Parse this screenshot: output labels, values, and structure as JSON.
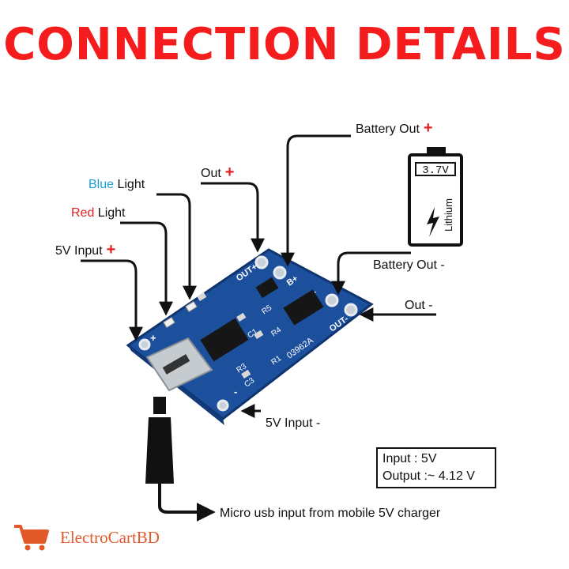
{
  "title": "CONNECTION DETAILS",
  "labels": {
    "battery_out_plus": "Battery Out",
    "battery_out_minus": "Battery Out  -",
    "blue_light_word1": "Blue",
    "blue_light_word2": " Light",
    "red_light_word1": "Red",
    "red_light_word2": " Light",
    "out_plus": "Out",
    "input_5v_plus": "5V Input",
    "out_minus": "Out -",
    "input_5v_minus": "5V Input -",
    "micro_usb": "Micro usb input from mobile 5V charger",
    "plus_sign": "+"
  },
  "battery": {
    "voltage": "3.7V",
    "chemistry": "Lithium"
  },
  "board": {
    "pad_out_plus": "OUT+",
    "pad_b_plus": "B+",
    "pad_b_minus": "B-",
    "pad_out_minus": "OUT-",
    "chip_code": "03962A",
    "comp_r1": "R1",
    "comp_r3": "R3",
    "comp_c1": "C1",
    "comp_r4": "R4",
    "comp_r5": "R5",
    "comp_c3": "C3",
    "plus_mark": "+",
    "minus_mark": "-"
  },
  "spec_box": {
    "input": "Input : 5V",
    "output": "Output :~ 4.12 V"
  },
  "brand": {
    "name": "ElectroCartBD",
    "icon": "shopping-cart-icon",
    "color": "#e2592a"
  },
  "colors": {
    "title": "#f41c1c",
    "board": "#1c4f9c",
    "plus_sign": "#e0211f",
    "blue_label": "#1aa0d8"
  }
}
